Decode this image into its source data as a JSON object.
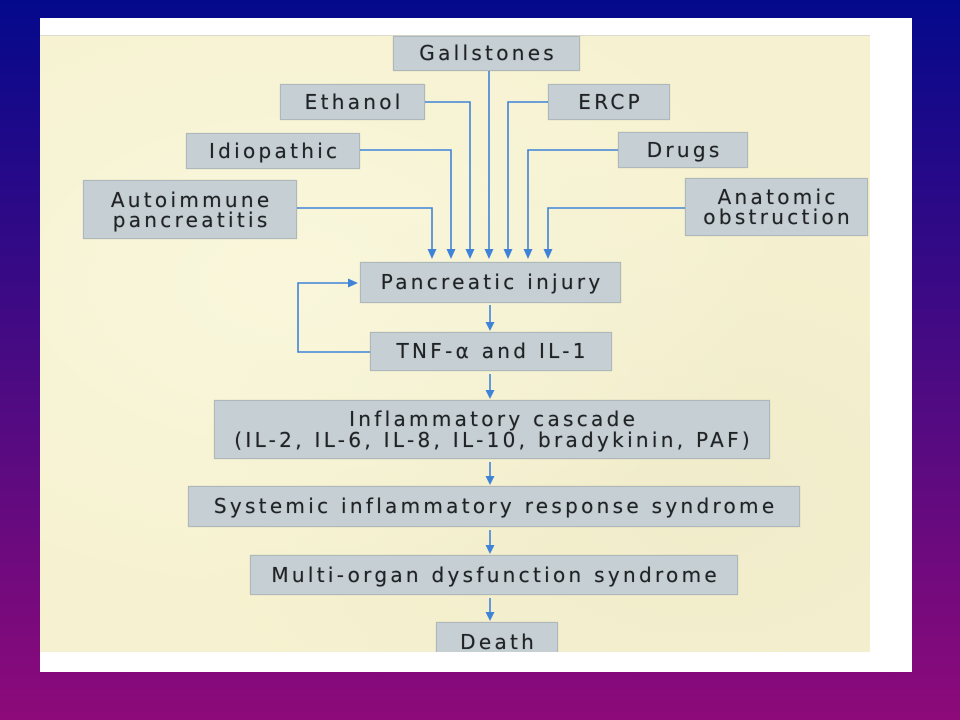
{
  "colors": {
    "background_top": "#04098c",
    "background_bottom": "#8d0a7a",
    "panel": "#ffffff",
    "scan_background": "#f6f2d1",
    "box_fill": "#c6cfd3",
    "box_border": "#adb8bd",
    "arrow": "#3f83d8",
    "text": "#1f2326"
  },
  "diagram": {
    "causes": {
      "gallstones": "Gallstones",
      "ethanol": "Ethanol",
      "ercp": "ERCP",
      "idiopathic": "Idiopathic",
      "drugs": "Drugs",
      "autoimmune": [
        "Autoimmune",
        "pancreatitis"
      ],
      "anatomic": [
        "Anatomic",
        "obstruction"
      ]
    },
    "pathway": {
      "pancreatic_injury": "Pancreatic injury",
      "tnf_il1": "TNF-α and IL-1",
      "cascade": [
        "Inflammatory cascade",
        "(IL-2, IL-6, IL-8, IL-10, bradykinin, PAF)"
      ],
      "sirs": "Systemic inflammatory response syndrome",
      "mods": "Multi-organ dysfunction syndrome",
      "death": "Death"
    }
  }
}
